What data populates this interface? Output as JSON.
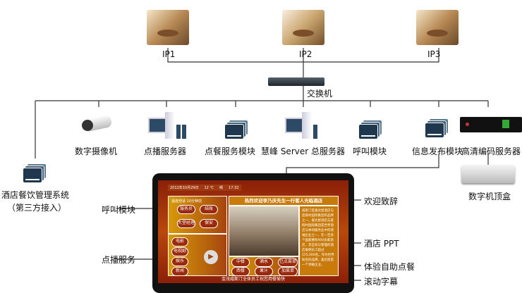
{
  "rooms": [
    {
      "label": "IP1"
    },
    {
      "label": "IP2"
    },
    {
      "label": "IP3"
    }
  ],
  "switch": {
    "label": "交换机"
  },
  "devices": [
    {
      "label": "数字摄像机",
      "icon": "camera-icon"
    },
    {
      "label": "点播服务器",
      "icon": "server-pc-icon"
    },
    {
      "label": "点餐服务模块",
      "icon": "module-icon"
    },
    {
      "label": "慧峰 Server 总服务器",
      "icon": "server-pc-icon"
    },
    {
      "label": "呼叫模块",
      "icon": "module-icon"
    },
    {
      "label": "信息发布模块",
      "icon": "module-icon"
    },
    {
      "label": "高清编码服务器",
      "icon": "encoder-icon"
    }
  ],
  "third_party": {
    "label": "酒店餐饮管理系统",
    "sub": "（第三方接入）"
  },
  "stb": {
    "label": "数字机顶盒"
  },
  "screen": {
    "date": "2012年10月29日",
    "temp": "12 ℃",
    "weather": "晴",
    "time": "17:32",
    "notice": "温度舒适 10分钟前",
    "call_buttons": [
      "服务员",
      "结账",
      "大堂经理",
      "保安"
    ],
    "media_buttons": [
      "电影",
      "电视剧",
      "娱乐",
      "新闻"
    ],
    "welcome": "热烈欢迎李乃庆先生一行客人光临酒店",
    "intro": "威斯汀是喜达屋酒店与度假村国际集团的品牌之一。喜达屋酒店与度假村国际集团是世界酒店与休闲服务业中的领袖企业之一，在一百多个国家拥有900多家酒店，其自有与管理的酒店雇佣员工超过155,000名。作为世界知名的品牌，喜达屋是一个领袖企业。",
    "order_buttons": [
      "中餐",
      "酒水",
      "已点菜单",
      "西餐",
      "果汁",
      "加菜单"
    ],
    "ticker": "金茂威斯汀全体员工祝您用餐愉快"
  },
  "callouts": {
    "left": [
      "呼叫模块",
      "点播服务"
    ],
    "right": [
      "欢迎致辞",
      "酒店 PPT",
      "体验自助点餐",
      "滚动字幕"
    ]
  }
}
